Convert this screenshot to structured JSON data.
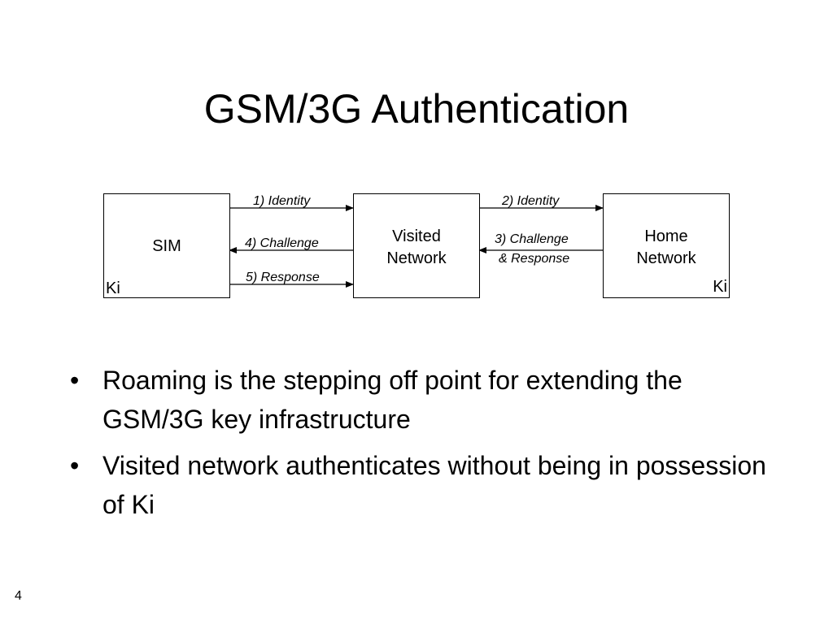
{
  "slide": {
    "title": "GSM/3G Authentication",
    "page_number": "4"
  },
  "diagram": {
    "nodes": {
      "sim": {
        "label": "SIM",
        "key": "Ki"
      },
      "visited": {
        "label_line1": "Visited",
        "label_line2": "Network"
      },
      "home": {
        "label_line1": "Home",
        "label_line2": "Network",
        "key": "Ki"
      }
    },
    "edges": [
      {
        "label": "1) Identity",
        "from": "SIM",
        "to": "Visited Network"
      },
      {
        "label": "4) Challenge",
        "from": "Visited Network",
        "to": "SIM"
      },
      {
        "label": "5) Response",
        "from": "SIM",
        "to": "Visited Network"
      },
      {
        "label": "2) Identity",
        "from": "Visited Network",
        "to": "Home Network"
      },
      {
        "label_line1": "3) Challenge",
        "label_line2": "& Response",
        "from": "Home Network",
        "to": "Visited Network"
      }
    ]
  },
  "bullets": [
    {
      "marker": "•",
      "text": "Roaming is the stepping off point for extending the GSM/3G key infrastructure"
    },
    {
      "marker": "•",
      "text": "Visited network authenticates without being in possession of Ki"
    }
  ]
}
